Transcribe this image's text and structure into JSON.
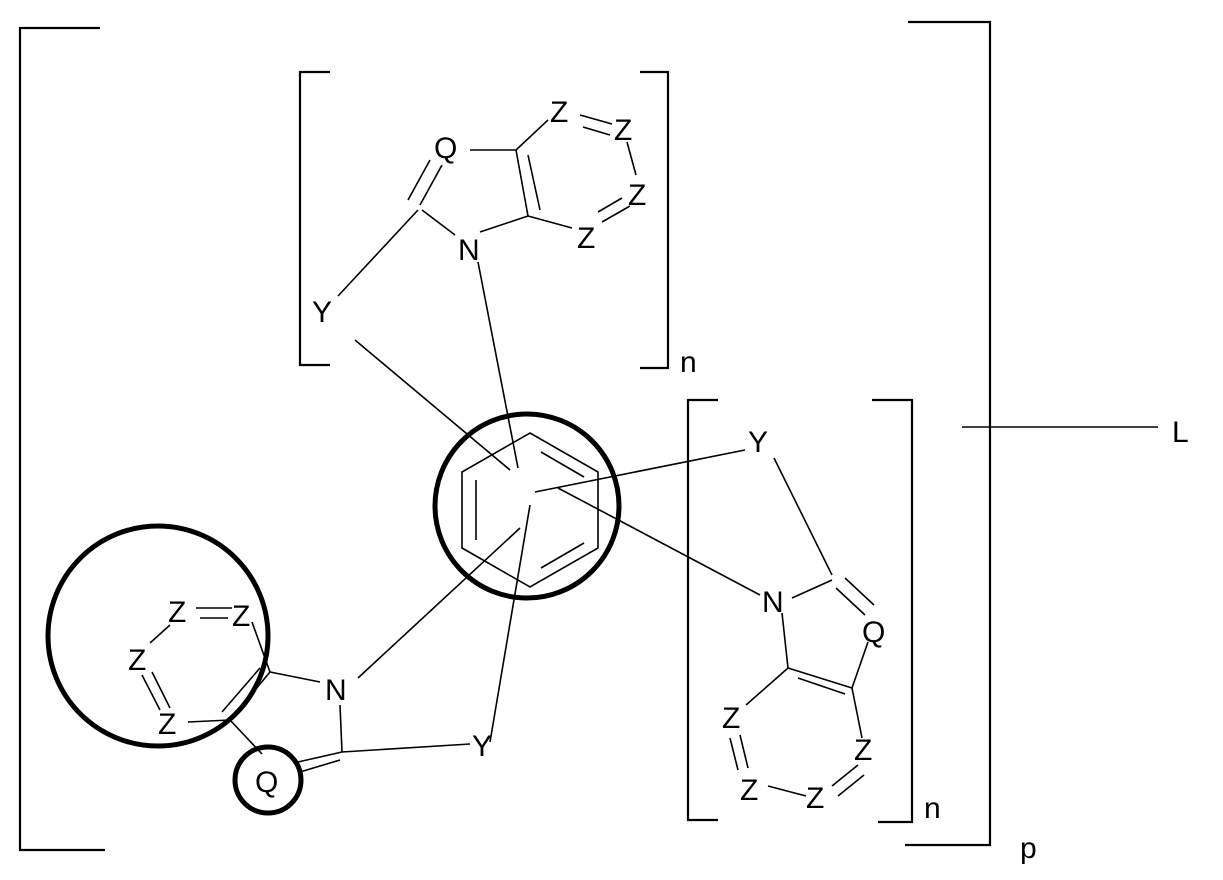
{
  "atoms": {
    "q": "Q",
    "z": "Z",
    "n": "N",
    "y": "Y"
  },
  "subscripts": {
    "n": "n",
    "p": "p"
  },
  "linker_label": "L",
  "colors": {
    "ink": "#000000",
    "background": "#ffffff"
  }
}
